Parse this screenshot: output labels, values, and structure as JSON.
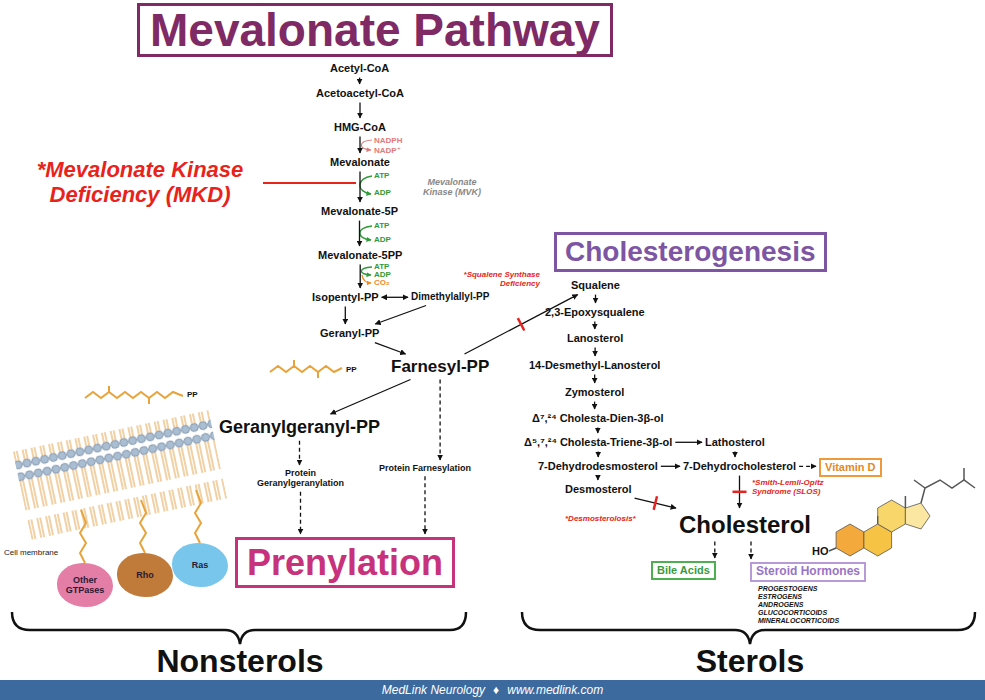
{
  "diagram": {
    "title": "Mevalonate Pathway",
    "nodes": [
      {
        "text": [
          "Acetyl-CoA"
        ]
      },
      {
        "text": [
          "Acetoacetyl-CoA"
        ]
      },
      {
        "text": [
          "HMG-CoA"
        ]
      },
      {
        "text": [
          "Mevalonate"
        ]
      },
      {
        "text": [
          "Mevalonate-5P"
        ]
      },
      {
        "text": [
          "Mevalonate-5PP"
        ]
      },
      {
        "text": [
          "Isopentyl-PP"
        ]
      },
      {
        "text": [
          "Dimethylallyl-PP"
        ]
      },
      {
        "text": [
          "Geranyl-PP"
        ]
      },
      {
        "text": [
          "Farnesyl-PP"
        ]
      },
      {
        "text": [
          "Geranylgeranyl-PP"
        ]
      },
      {
        "text": [
          "Protein Geranylgeranylation"
        ]
      },
      {
        "text": [
          "Protein Farnesylation"
        ]
      },
      {
        "text": [
          "Prenylation"
        ]
      },
      {
        "text": [
          "Cholesterogenesis"
        ]
      },
      {
        "text": [
          "Squalene"
        ]
      },
      {
        "text": [
          "2,3-Epoxysqualene"
        ]
      },
      {
        "text": [
          "Lanosterol"
        ]
      },
      {
        "text": [
          "14-Desmethyl-Lanosterol"
        ]
      },
      {
        "text": [
          "Zymosterol"
        ]
      },
      {
        "text": [
          "Δ⁷,²⁴ Cholesta-Dien-3β-ol"
        ]
      },
      {
        "text": [
          "Δ⁵,⁷,²⁴ Cholesta-Triene-3β-ol"
        ]
      },
      {
        "text": [
          "Lathosterol"
        ]
      },
      {
        "text": [
          "7-Dehydrodesmosterol"
        ]
      },
      {
        "text": [
          "7-Dehydrocholesterol"
        ]
      },
      {
        "text": [
          "Desmosterol"
        ]
      },
      {
        "text": [
          "Cholesterol"
        ]
      },
      {
        "text": [
          "Vitamin D"
        ]
      },
      {
        "text": [
          "Bile Acids"
        ]
      },
      {
        "text": [
          "Steroid Hormones",
          "PROGESTOGENS ESTROGENS ANDROGENS GLUCOCORTICOIDS MINERALOCORTICOIDS"
        ]
      },
      {
        "text": [
          "Other GTPases"
        ]
      },
      {
        "text": [
          "Rho"
        ]
      },
      {
        "text": [
          "Ras"
        ]
      }
    ],
    "edges": [
      {
        "from": 0,
        "to": 1,
        "arrow": "to"
      },
      {
        "from": 1,
        "to": 2,
        "arrow": "to"
      },
      {
        "from": 2,
        "to": 3,
        "arrow": "to"
      },
      {
        "from": 3,
        "to": 4,
        "arrow": "to"
      },
      {
        "from": 4,
        "to": 5,
        "arrow": "to"
      },
      {
        "from": 5,
        "to": 6,
        "arrow": "to"
      },
      {
        "from": 6,
        "to": 7,
        "arrow": "both"
      },
      {
        "from": 6,
        "to": 8,
        "arrow": "to"
      },
      {
        "from": 7,
        "to": 8,
        "arrow": "to"
      },
      {
        "from": 8,
        "to": 9,
        "arrow": "to"
      },
      {
        "from": 9,
        "to": 15,
        "arrow": "to"
      },
      {
        "from": 9,
        "to": 10,
        "arrow": "to"
      },
      {
        "from": 10,
        "to": 11,
        "arrow": "to"
      },
      {
        "from": 9,
        "to": 12,
        "arrow": "to"
      },
      {
        "from": 11,
        "to": 13,
        "arrow": "to"
      },
      {
        "from": 12,
        "to": 13,
        "arrow": "to"
      },
      {
        "from": 15,
        "to": 16,
        "arrow": "to"
      },
      {
        "from": 16,
        "to": 17,
        "arrow": "to"
      },
      {
        "from": 17,
        "to": 18,
        "arrow": "to"
      },
      {
        "from": 18,
        "to": 19,
        "arrow": "to"
      },
      {
        "from": 19,
        "to": 20,
        "arrow": "to"
      },
      {
        "from": 20,
        "to": 21,
        "arrow": "to"
      },
      {
        "from": 21,
        "to": 22,
        "arrow": "to"
      },
      {
        "from": 21,
        "to": 23,
        "arrow": "to"
      },
      {
        "from": 22,
        "to": 24,
        "arrow": "to"
      },
      {
        "from": 23,
        "to": 24,
        "arrow": "to"
      },
      {
        "from": 23,
        "to": 25,
        "arrow": "to"
      },
      {
        "from": 24,
        "to": 27,
        "arrow": "to"
      },
      {
        "from": 24,
        "to": 26,
        "arrow": "to"
      },
      {
        "from": 25,
        "to": 26,
        "arrow": "to"
      },
      {
        "from": 26,
        "to": 28,
        "arrow": "to"
      },
      {
        "from": 26,
        "to": 29,
        "arrow": "to"
      }
    ],
    "labels": [
      "*Mevalonate Kinase Deficiency (MKD)",
      "Mevalonate Kinase (MVK)",
      "NADPH",
      "NADP⁺",
      "ATP",
      "ADP",
      "ATP",
      "ADP",
      "ATP",
      "ADP",
      "CO₂",
      "PP",
      "PP",
      "*Squalene Synthase Deficiency",
      "*Smith-Lemli-Opitz Syndrome (SLOS)",
      "*Desmosterolosis*",
      "HO",
      "Cell membrane",
      "Nonsterols",
      "Sterols",
      "MedLink Neurology",
      "♦",
      "www.medlink.com"
    ]
  }
}
